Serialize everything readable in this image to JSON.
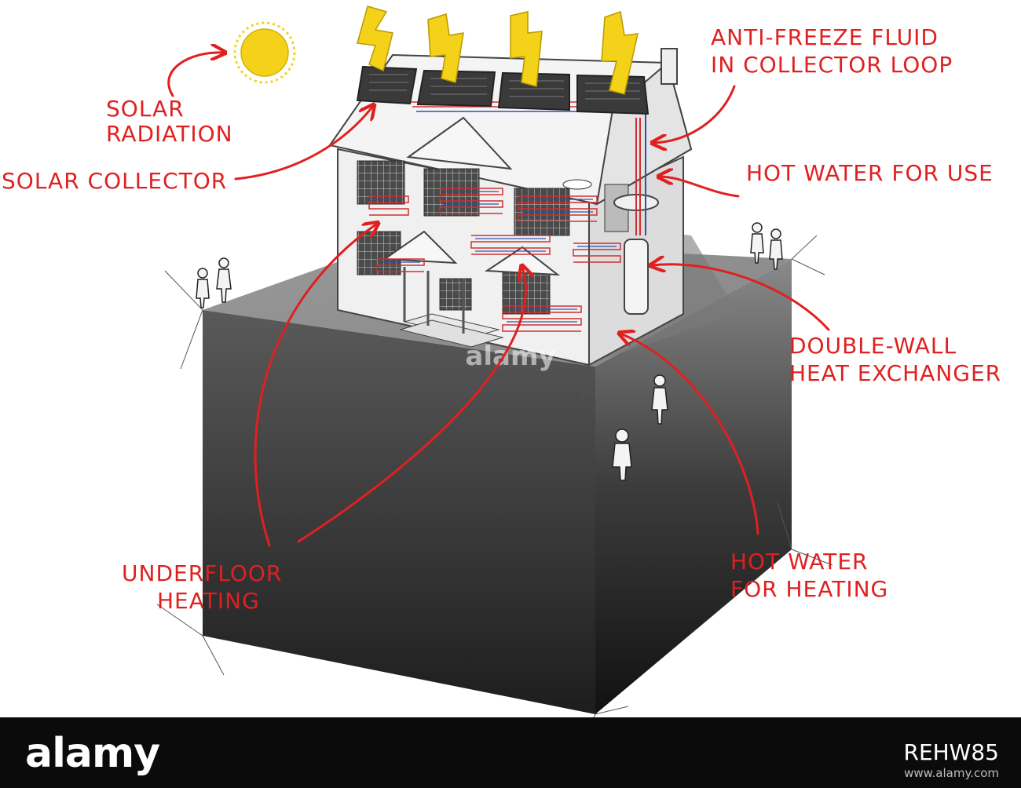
{
  "labels": {
    "solar_radiation": [
      "SOLAR",
      "RADIATION"
    ],
    "solar_collector": "SOLAR COLLECTOR",
    "anti_freeze": [
      "ANTI-FREEZE FLUID",
      "IN COLLECTOR LOOP"
    ],
    "hot_water_use": "HOT WATER FOR USE",
    "double_wall": [
      "DOUBLE-WALL",
      "HEAT EXCHANGER"
    ],
    "hot_water_heating": [
      "HOT WATER",
      "FOR HEATING"
    ],
    "underfloor": [
      "UNDERFLOOR",
      "HEATING"
    ]
  },
  "watermark": "alamy",
  "footer": {
    "logo": "alamy",
    "image_id": "REHW85",
    "url": "www.alamy.com"
  },
  "colors": {
    "annotation": "#e02020",
    "sun": "#f4d21a",
    "ground_top": "#8f8f8f",
    "footer_bg": "#0b0b0b"
  }
}
